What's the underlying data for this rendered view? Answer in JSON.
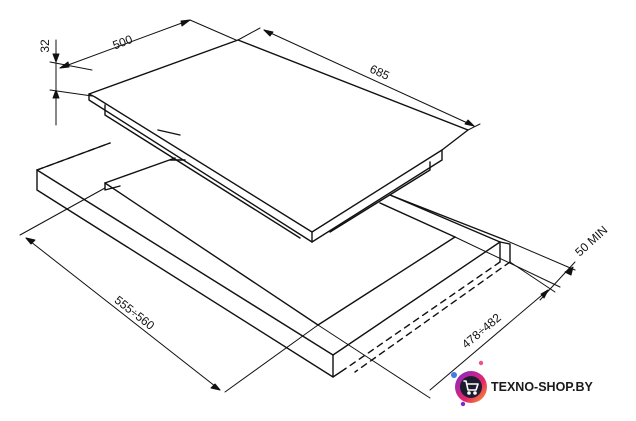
{
  "dimensions": {
    "height": "32",
    "depth": "500",
    "width": "685",
    "clearance": "50 MIN",
    "cutout_width": "555÷560",
    "cutout_depth": "478÷482"
  },
  "watermark": {
    "brand": "TEXNO-SHOP.BY",
    "icon": "shopping-cart-icon",
    "colors": {
      "badge_outer": "#7b2bd0",
      "badge_inner": "#e8246c",
      "badge_accent": "#f5a623",
      "dot_blue": "#3f7be8",
      "dot_pink": "#f0528a"
    }
  }
}
